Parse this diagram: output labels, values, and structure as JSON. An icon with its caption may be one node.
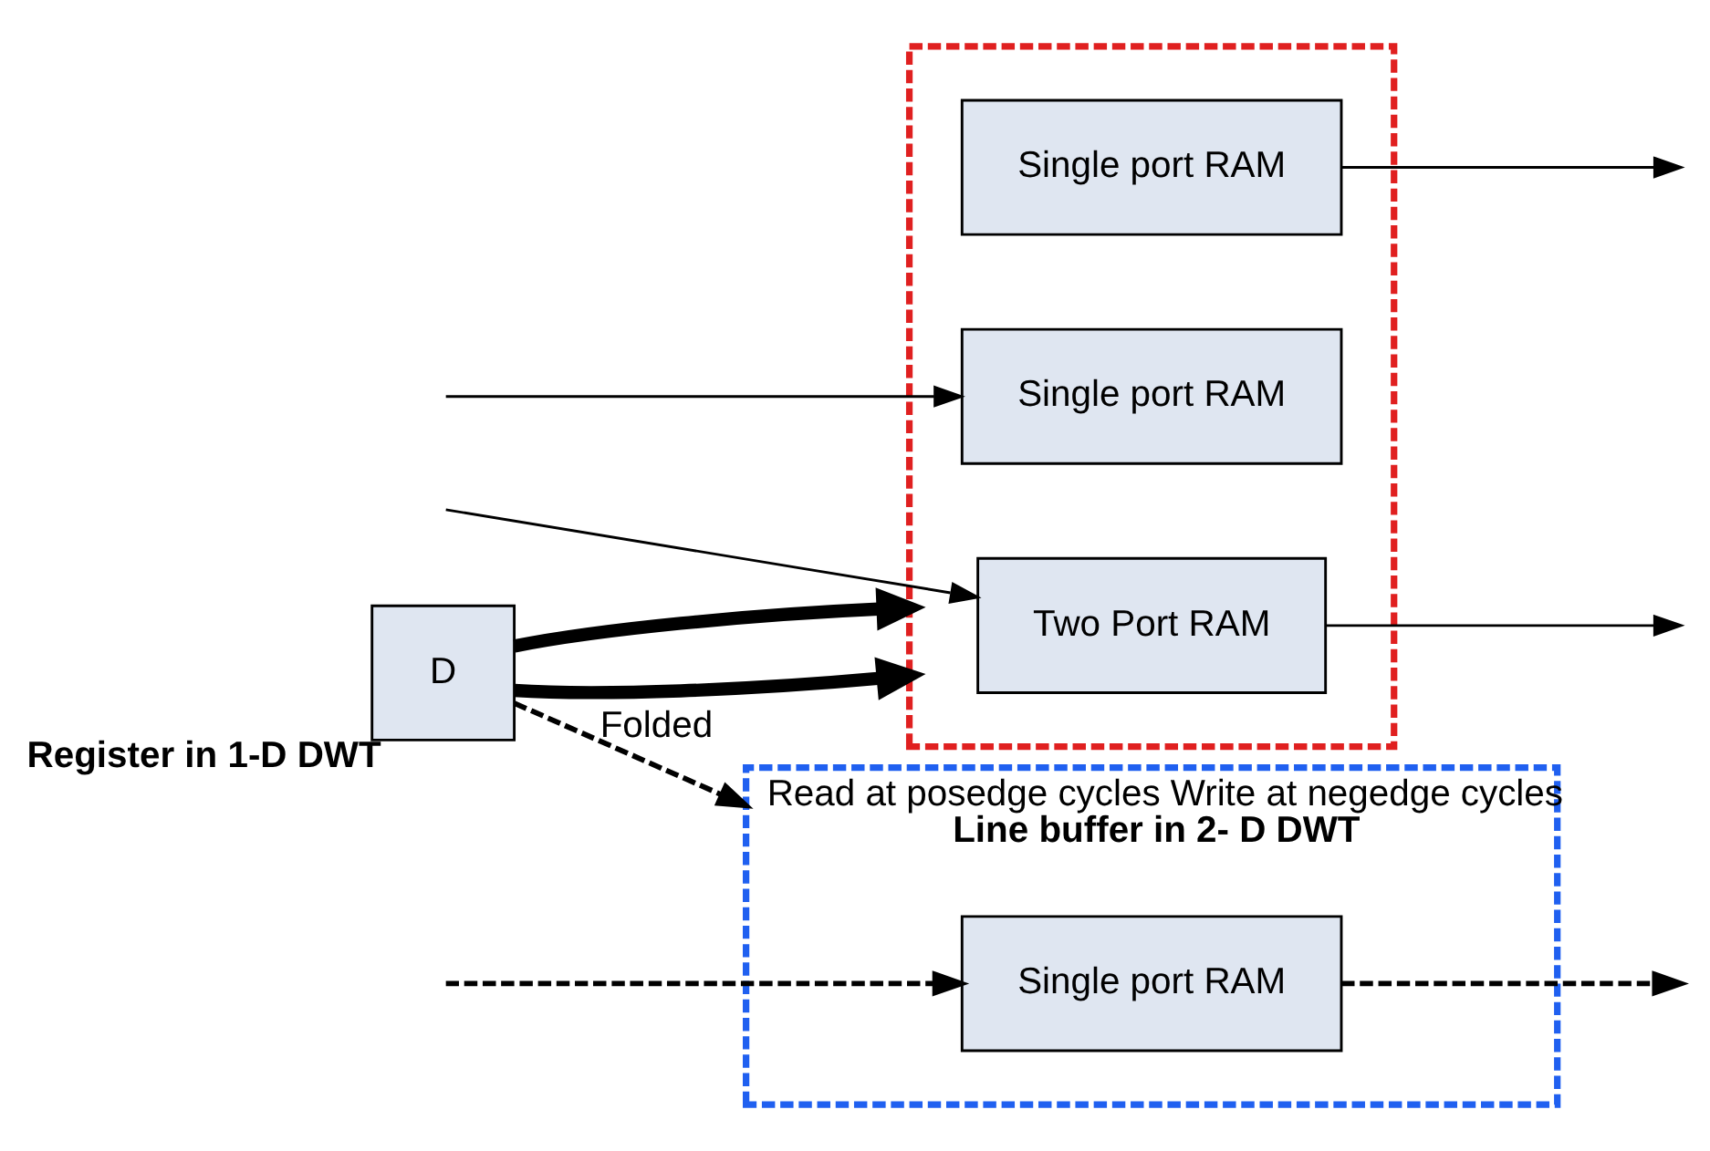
{
  "diagram": {
    "nodes": [
      {
        "text": [
          "D"
        ],
        "beside": [
          "Register in 1-D DWT"
        ]
      },
      {
        "text": [],
        "shape": "box"
      },
      {
        "text": [
          "Two Port RAM"
        ],
        "in": 1
      },
      {
        "text": [
          "Single port RAM"
        ],
        "in": 1
      },
      {
        "text": [
          "Single port RAM"
        ],
        "in": 1
      },
      {
        "text": [
          "Read at posedge cycles Write at negedge cycles",
          "Line buffer in 2- D DWT"
        ]
      },
      {
        "text": [
          "Single port RAM"
        ],
        "in": 5
      }
    ],
    "edges": [
      {
        "from": 0,
        "to": 1,
        "arrow": "to",
        "style": "thick"
      },
      {
        "from": 0,
        "to": 1,
        "arrow": "to",
        "style": "thick"
      },
      {
        "from": null,
        "to": 2,
        "arrow": "to"
      },
      {
        "from": 2,
        "to": null,
        "arrow": "to"
      },
      {
        "from": null,
        "to": 3,
        "arrow": "to"
      },
      {
        "from": 4,
        "to": null,
        "arrow": "to"
      },
      {
        "from": 0,
        "to": 5,
        "arrow": "to",
        "style": "dashed",
        "label": "Folded"
      },
      {
        "from": null,
        "to": 6,
        "arrow": "to",
        "style": "dashed"
      },
      {
        "from": 6,
        "to": null,
        "arrow": "to",
        "style": "dashed"
      }
    ]
  }
}
